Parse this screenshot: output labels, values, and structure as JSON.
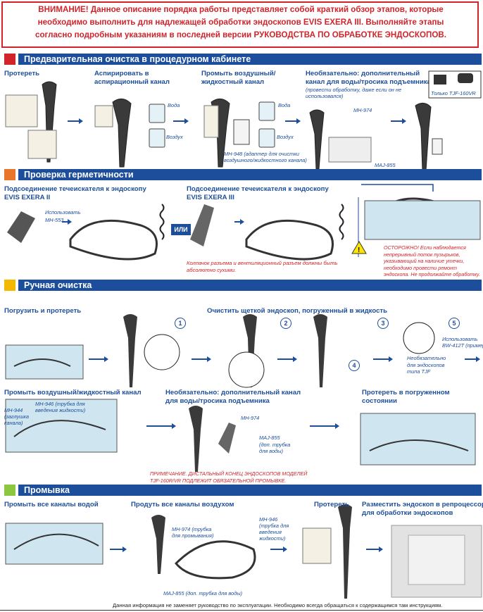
{
  "warning": {
    "lines": [
      "ВНИМАНИЕ! Данное описание порядка работы представляет собой краткий обзор этапов, которые",
      "необходимо выполнить для надлежащей обработки эндоскопов EVIS EXERA III. Выполняйте этапы",
      "согласно подробным указаниям в последней версии РУКОВОДСТВА ПО ОБРАБОТКЕ ЭНДОСКОПОВ."
    ]
  },
  "colors": {
    "bar": "#1c4e9b",
    "sec1": "#d2232a",
    "sec2": "#e8752a",
    "sec3": "#f5b800",
    "sec4": "#8dc63f",
    "warning": "#d2232a"
  },
  "sections": [
    {
      "title": "Предварительная очистка в процедурном кабинете",
      "steps": [
        "Протереть",
        "Аспирировать в",
        "аспирационный канал",
        "Промыть воздушный/",
        "жидкостный канал",
        "Необязательно: дополнительный",
        "канал для воды/тросика подъемника"
      ],
      "note": "(провести обработку, даже если он не",
      "note2": "использовался)",
      "labels": {
        "water": "Вода",
        "air": "Воздух",
        "mh948_1": "MH-948 (адаптер для очистки",
        "mh948_2": "воздушного/жидкостного канала)",
        "mh974": "MH-974",
        "maj855": "MAJ-855",
        "only": "Только TJF-160VR"
      }
    },
    {
      "title": "Проверка герметичности",
      "steps": [
        "Подсоединение течеискателя к эндоскопу",
        "EVIS EXERA II",
        "Подсоединение течеискателя к эндоскопу",
        "EVIS EXERA III"
      ],
      "use_1": "Использовать",
      "use_2": "MH-553",
      "or": "ИЛИ",
      "cap_note_1": "Колпачок разъема и вентиляционный разъем должны быть",
      "cap_note_2": "абсолютно сухими.",
      "caution": [
        "ОСТОРОЖНО! Если наблюдается",
        "непрерывный поток пузырьков,",
        "указывающий на наличие утечки,",
        "необходимо провести ремонт",
        "эндоскопа. Не продолжайте обработку."
      ]
    },
    {
      "title": "Ручная очистка",
      "steps": [
        "Погрузить и протереть",
        "Очистить щеткой эндоскоп, погруженный в жидкость",
        "Промыть воздушный/жидкостный канал",
        "Необязательно: дополнительный канал",
        "для воды/тросика подъемника",
        "Протереть в погруженном",
        "состоянии"
      ],
      "numbers": [
        "1",
        "2",
        "3",
        "4",
        "5"
      ],
      "labels": {
        "use_1": "Использовать",
        "use_2": "BW-412T (пример)",
        "opt_1": "Необязательно",
        "opt_2": "для эндоскопов",
        "opt_3": "типа TJF",
        "mh944_1": "MH-944",
        "mh944_2": "(заглушка",
        "mh944_3": "канала)",
        "mh946_1": "MH-946 (трубка для",
        "mh946_2": "введения жидкости)",
        "mh974": "MH-974",
        "maj855_1": "MAJ-855",
        "maj855_2": "(доп. трубка",
        "maj855_3": "для воды)"
      },
      "note_1": "ПРИМЕЧАНИЕ. ДИСТАЛЬНЫЙ КОНЕЦ ЭНДОСКОПОВ МОДЕЛЕЙ",
      "note_2": "TJF-160R/VR ПОДЛЕЖИТ ОБЯЗАТЕЛЬНОЙ ПРОМЫВКЕ."
    },
    {
      "title": "Промывка",
      "steps": [
        "Промыть все каналы водой",
        "Продуть все каналы воздухом",
        "Протереть",
        "Разместить эндоскоп в репроцессоре",
        "для обработки эндоскопов"
      ],
      "labels": {
        "mh974_1": "MH-974 (трубка",
        "mh974_2": "для промывания)",
        "mh946_1": "MH-946",
        "mh946_2": "(трубка для",
        "mh946_3": "введения",
        "mh946_4": "жидкости)",
        "maj855": "MAJ-855 (доп. трубка для воды)"
      }
    }
  ],
  "footer": "Данная информация не заменяет руководство по эксплуатации. Необходимо всегда обращаться к содержащимся там инструкциям."
}
